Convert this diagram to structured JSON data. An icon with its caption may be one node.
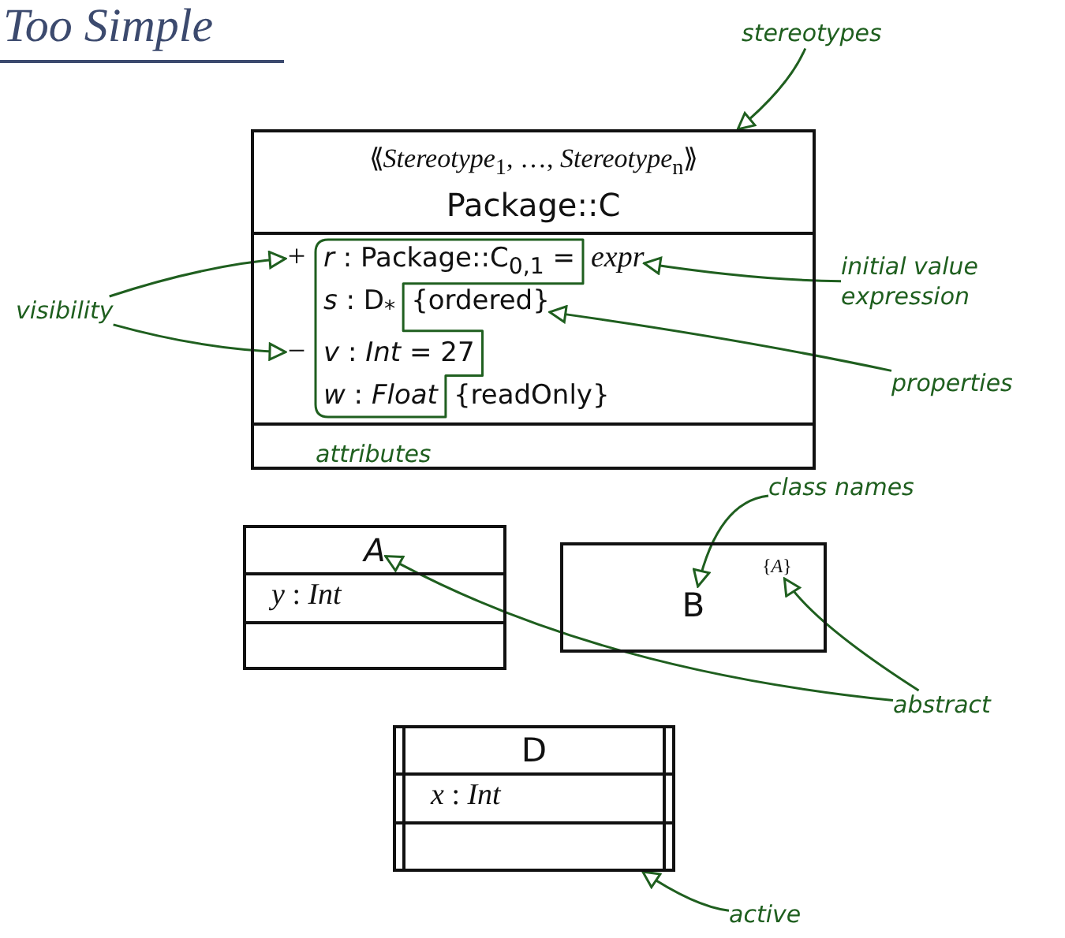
{
  "diagram": {
    "title": "Too Simple",
    "nodes": [
      {
        "text": [
          "stereotypes"
        ]
      },
      {
        "text": [
          "⟪*Stereotype*$_{1}$, …, *Stereotype*$_{n}$⟫",
          "Package::C"
        ]
      },
      {
        "text": [
          "+"
        ],
        "in": 1
      },
      {
        "text": [
          "*r* : Package::C$_{0,1}$ ="
        ],
        "in": 1
      },
      {
        "text": [
          "expr"
        ],
        "in": 1
      },
      {
        "text": [
          "*s* : D$_{*}$"
        ],
        "in": 1
      },
      {
        "text": [
          "{ordered}"
        ],
        "in": 1
      },
      {
        "text": [
          "−"
        ],
        "in": 1
      },
      {
        "text": [
          "*v* : *Int* = 27"
        ],
        "in": 1
      },
      {
        "text": [
          "*w* : *Float*"
        ],
        "in": 1
      },
      {
        "text": [
          "{readOnly}"
        ],
        "in": 1
      },
      {
        "text": [
          "visibility"
        ]
      },
      {
        "text": [
          "initial value expression"
        ]
      },
      {
        "text": [
          "properties"
        ]
      },
      {
        "text": [
          "class names"
        ]
      },
      {
        "text": [],
        "shape": "box"
      },
      {
        "text": [
          "A"
        ],
        "in": 15
      },
      {
        "text": [
          "*y* : *Int*"
        ],
        "in": 15
      },
      {
        "text": [],
        "shape": "box"
      },
      {
        "text": [
          "B"
        ],
        "in": 18
      },
      {
        "text": [
          "{*A*}"
        ],
        "in": 18
      },
      {
        "text": [
          "abstract"
        ]
      },
      {
        "text": [],
        "shape": "box"
      },
      {
        "text": [
          "D"
        ],
        "in": 22
      },
      {
        "text": [
          "*x* : *Int*"
        ],
        "in": 22
      },
      {
        "text": [
          "active"
        ]
      }
    ],
    "edges": [
      {
        "from": 0,
        "to": 1,
        "arrow": "to"
      },
      {
        "from": 11,
        "to": 2,
        "arrow": "to"
      },
      {
        "from": 11,
        "to": 7,
        "arrow": "to"
      },
      {
        "from": 12,
        "to": 4,
        "arrow": "to"
      },
      {
        "from": 13,
        "to": 6,
        "arrow": "to"
      },
      {
        "from": 14,
        "to": 19,
        "arrow": "to"
      },
      {
        "from": 21,
        "to": 16,
        "arrow": "to"
      },
      {
        "from": 21,
        "to": 20,
        "arrow": "to"
      },
      {
        "from": 25,
        "to": 22,
        "arrow": "to"
      }
    ],
    "labels": [
      "attributes"
    ]
  }
}
